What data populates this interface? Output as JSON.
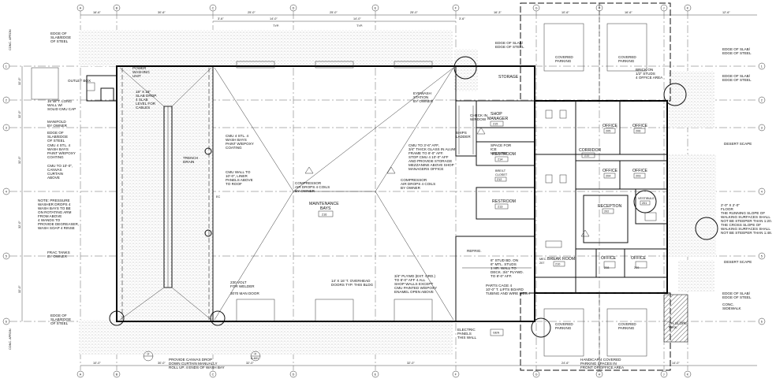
{
  "grid": {
    "columns": [
      "A",
      "B",
      "C",
      "D",
      "D",
      "E",
      "F",
      "G",
      "H",
      "I",
      "J",
      "K"
    ],
    "rows": [
      "1",
      "2",
      "3",
      "4",
      "5",
      "6"
    ]
  },
  "dimensions": {
    "top": [
      "16'-6\"",
      "30'-6\"",
      "3'-6\"",
      "25'-0\"",
      "14'-0\"",
      "25'-0\"",
      "14'-0\"",
      "25'-0\"",
      "3'-6\"",
      "16'-3\"",
      "10'-6\"",
      "16'-6\"",
      "12'-6\""
    ],
    "top_sub": [
      "TYP.",
      "TYP."
    ],
    "left": [
      "32'-0\"",
      "32'-0\"",
      "32'-0\"",
      "32'-0\"",
      "32'-0\""
    ],
    "bottom": [
      "10'-0\"",
      "30'-0\"",
      "32'-0\"",
      "32'-0\"",
      "24'-6\"",
      "14'-0\""
    ]
  },
  "rooms": [
    {
      "id": "maintenance",
      "name": "MAINTENANCE",
      "sub": "BAYS",
      "num": "216"
    },
    {
      "id": "storage",
      "name": "STORAGE",
      "num": ""
    },
    {
      "id": "shop-manager",
      "name": "SHOP",
      "sub": "MANAGER",
      "num": "215"
    },
    {
      "id": "restroom-1",
      "name": "RESTROOM",
      "num": "214"
    },
    {
      "id": "restroom-2",
      "name": "RESTROOM",
      "num": "213"
    },
    {
      "id": "closet",
      "name": "BRE/LT",
      "sub": "CLOSET",
      "num": "212"
    },
    {
      "id": "corridor",
      "name": "CORRIDOR",
      "num": "211"
    },
    {
      "id": "office-1",
      "name": "OFFICE",
      "num": "205"
    },
    {
      "id": "office-2",
      "name": "OFFICE",
      "num": "206"
    },
    {
      "id": "office-3",
      "name": "OFFICE",
      "num": "204"
    },
    {
      "id": "office-4",
      "name": "OFFICE",
      "num": "203"
    },
    {
      "id": "vestibule",
      "name": "VESTIBULE",
      "num": "201"
    },
    {
      "id": "reception",
      "name": "RECEPTION",
      "num": "202"
    },
    {
      "id": "break-room",
      "name": "BREAK ROOM",
      "num": "210"
    },
    {
      "id": "office-5",
      "name": "OFFICE",
      "num": "208"
    },
    {
      "id": "office-6",
      "name": "OFFICE",
      "num": "209"
    },
    {
      "id": "mech",
      "name": "MEC.",
      "num": "207"
    },
    {
      "id": "parking-1",
      "name": "COVERED",
      "sub": "PARKING"
    },
    {
      "id": "parking-2",
      "name": "COVERED",
      "sub": "PARKING"
    },
    {
      "id": "parking-3",
      "name": "COVERED",
      "sub": "PARKING"
    },
    {
      "id": "parking-4",
      "name": "COVERED",
      "sub": "PARKING"
    }
  ],
  "notes": {
    "edge_slab_tl": [
      "EDGE OF",
      "SLAB/EDGE",
      "OF STEEL"
    ],
    "power_washing": [
      "POWER",
      "WASHING",
      "UNIT"
    ],
    "outlet_box": "OUTLET BOX",
    "cmu_wall_top": [
      "16\"x8\"T. LONG",
      "WALL W/",
      "SOLID CMU CAP"
    ],
    "slab_drop": [
      "18\" X 18\"",
      "SLAB DROP.",
      "4 SLAB",
      "LEVEL FOR",
      "CABLES"
    ],
    "manifold": [
      "MANIFOLD",
      "BY OWNER"
    ],
    "edge_slab_l2": [
      "EDGE OF",
      "SLAB/EDGE",
      "OF STEEL"
    ],
    "cmu_wash_bays": [
      "CMU 4 STL. 4",
      "WASH BAYS",
      "PAINT W/EPOXY",
      "COATING"
    ],
    "cmu_10": [
      "CMU TO 10'-0\",",
      "CANVAS",
      "CURTAIN",
      "ABOVE"
    ],
    "pressure_washer": [
      "NOTE: PRESSURE",
      "WASHER DROPS 4",
      "WASH BAYS TO BE",
      "ON ROTATING ARM",
      "FROM ABOVE",
      "4 WANDS TO",
      "PROVIDE DEGREASER,",
      "WASH SOAP 4 RINSE"
    ],
    "frac_tanks": [
      "FRAC TANKS",
      "BY OWNER"
    ],
    "edge_slab_bl": [
      "EDGE OF",
      "SLAB/EDGE",
      "OF STEEL"
    ],
    "cmu_stl_wash": [
      "CMU 4 STL. 4",
      "WASH BAYS",
      "PAINT W/EPOXY",
      "COATING"
    ],
    "trench_drain": [
      "TRENCH",
      "DRAIN"
    ],
    "cmu_wall_roof": [
      "CMU WALL TO",
      "10'-0\", LINER",
      "PANELS ABOVE",
      "TO ROOF"
    ],
    "compressor_1": [
      "COMPRESSOR",
      "AIR DROPS 4 COILS",
      "BY OWNER"
    ],
    "compressor_2": [
      "COMPRESSOR",
      "AIR DROPS 4 COILS",
      "BY OWNER"
    ],
    "eyewash": [
      "EYEWASH",
      "STATION",
      "BY OWNER"
    ],
    "ships_ladder": [
      "SHIPS",
      "LADDER"
    ],
    "check_window": [
      "CHECK IN",
      "WINDOW"
    ],
    "cmu_glass": [
      "CMU TO 3'-6\" AFF,",
      "3/4\" THICK GLASS IN ALUM",
      "FRAME TO 8'-0\" AFF.",
      "STOP CMU 4 10'-0\" AFF",
      "AND PROVIDE STORAGE",
      "MEZZANINE ABOVE SHOP",
      "MANAGERS OFFICE"
    ],
    "ice_machine": [
      "SPACE FOR",
      "ICE",
      "MACHINE"
    ],
    "volt_welder": [
      "230 VOLT",
      "FOR WELDER"
    ],
    "man_door": "3070 MAN DOOR",
    "overhead_doors": [
      "14' X 16' T. OVERHEAD",
      "DOORS TYP. THIS BLDG"
    ],
    "plywood": [
      "3/4\" PLYWD (EXT. GRD.)",
      "TO 8'-0\" AFF 4 ALL",
      "SHOP WALLS EXCEPT",
      "CMU PAINTED W/EPOXY",
      "ENAMEL OPEN ABOVE"
    ],
    "refrig": "REFRIG.",
    "stud_wall": [
      "6\" STUD BD. ON",
      "6\" MTL. STUDS",
      "1 HR. WALL TO",
      "DECK. 3/4\" PLYWD.",
      "TO 8'-0\" AFF."
    ],
    "parts_cage": [
      "PARTS CAGE 4",
      "10'-0\" T. LIFTS BOARD",
      "TUBING AND WIRE MESH"
    ],
    "canvas_drop": [
      "PROVIDE CANVAS DROP",
      "DOWN CURTAIN MANUALLY",
      "ROLL UP. 4 ENDS OF WASH BAY"
    ],
    "electric_panels": [
      "ELECTRIC",
      "PANELS",
      "THIS WALL"
    ],
    "gen": "GEN",
    "handicap": [
      "HANDICAP 4 COVERED",
      "PARKING SPACES IN",
      "FRONT OF OFFICE AREA"
    ],
    "slope": [
      "2% SLOPE",
      "MAX."
    ],
    "brick": [
      "BRICK ON",
      "1/2\" STUDS",
      "4 OFFICE AREA"
    ],
    "edge_slab_r1": [
      "EDGE OF SLAB/",
      "EDGE OF STEEL"
    ],
    "edge_slab_r2": [
      "EDGE OF SLAB/",
      "EDGE OF STEEL"
    ],
    "edge_slab_r3": [
      "EDGE OF SLAB/",
      "EDGE OF STEEL"
    ],
    "desert_scape_1": "DESERT SCAPE",
    "desert_scape_2": "DESERT SCAPE",
    "running_slope": [
      "2'-0\" X 2'-0\"",
      "FLOOR",
      "THE RUNNING SLOPE OF",
      "WALKING SURFACES SHALL",
      "NOT BE STEEPER THAN 1:20.",
      "THE CROSS SLOPE OF",
      "WALKING SURFACES SHALL",
      "NOT BE STEEPER THAN 1:48."
    ],
    "conc_walk": [
      "CONC.",
      "SIDEWALK"
    ],
    "edge_slab_top_r": [
      "EDGE OF SLAB/",
      "EDGE OF STEEL"
    ],
    "conc_apron_top": "CONC. APRON",
    "conc_apron_bot": "CONC. APRON",
    "ec": "EC",
    "tag_a1": "A-601",
    "tag_3": "3",
    "tag_4": "4"
  },
  "colors": {
    "line": "#111111",
    "stipple": "#9a9a9a",
    "paper": "#ffffff"
  }
}
